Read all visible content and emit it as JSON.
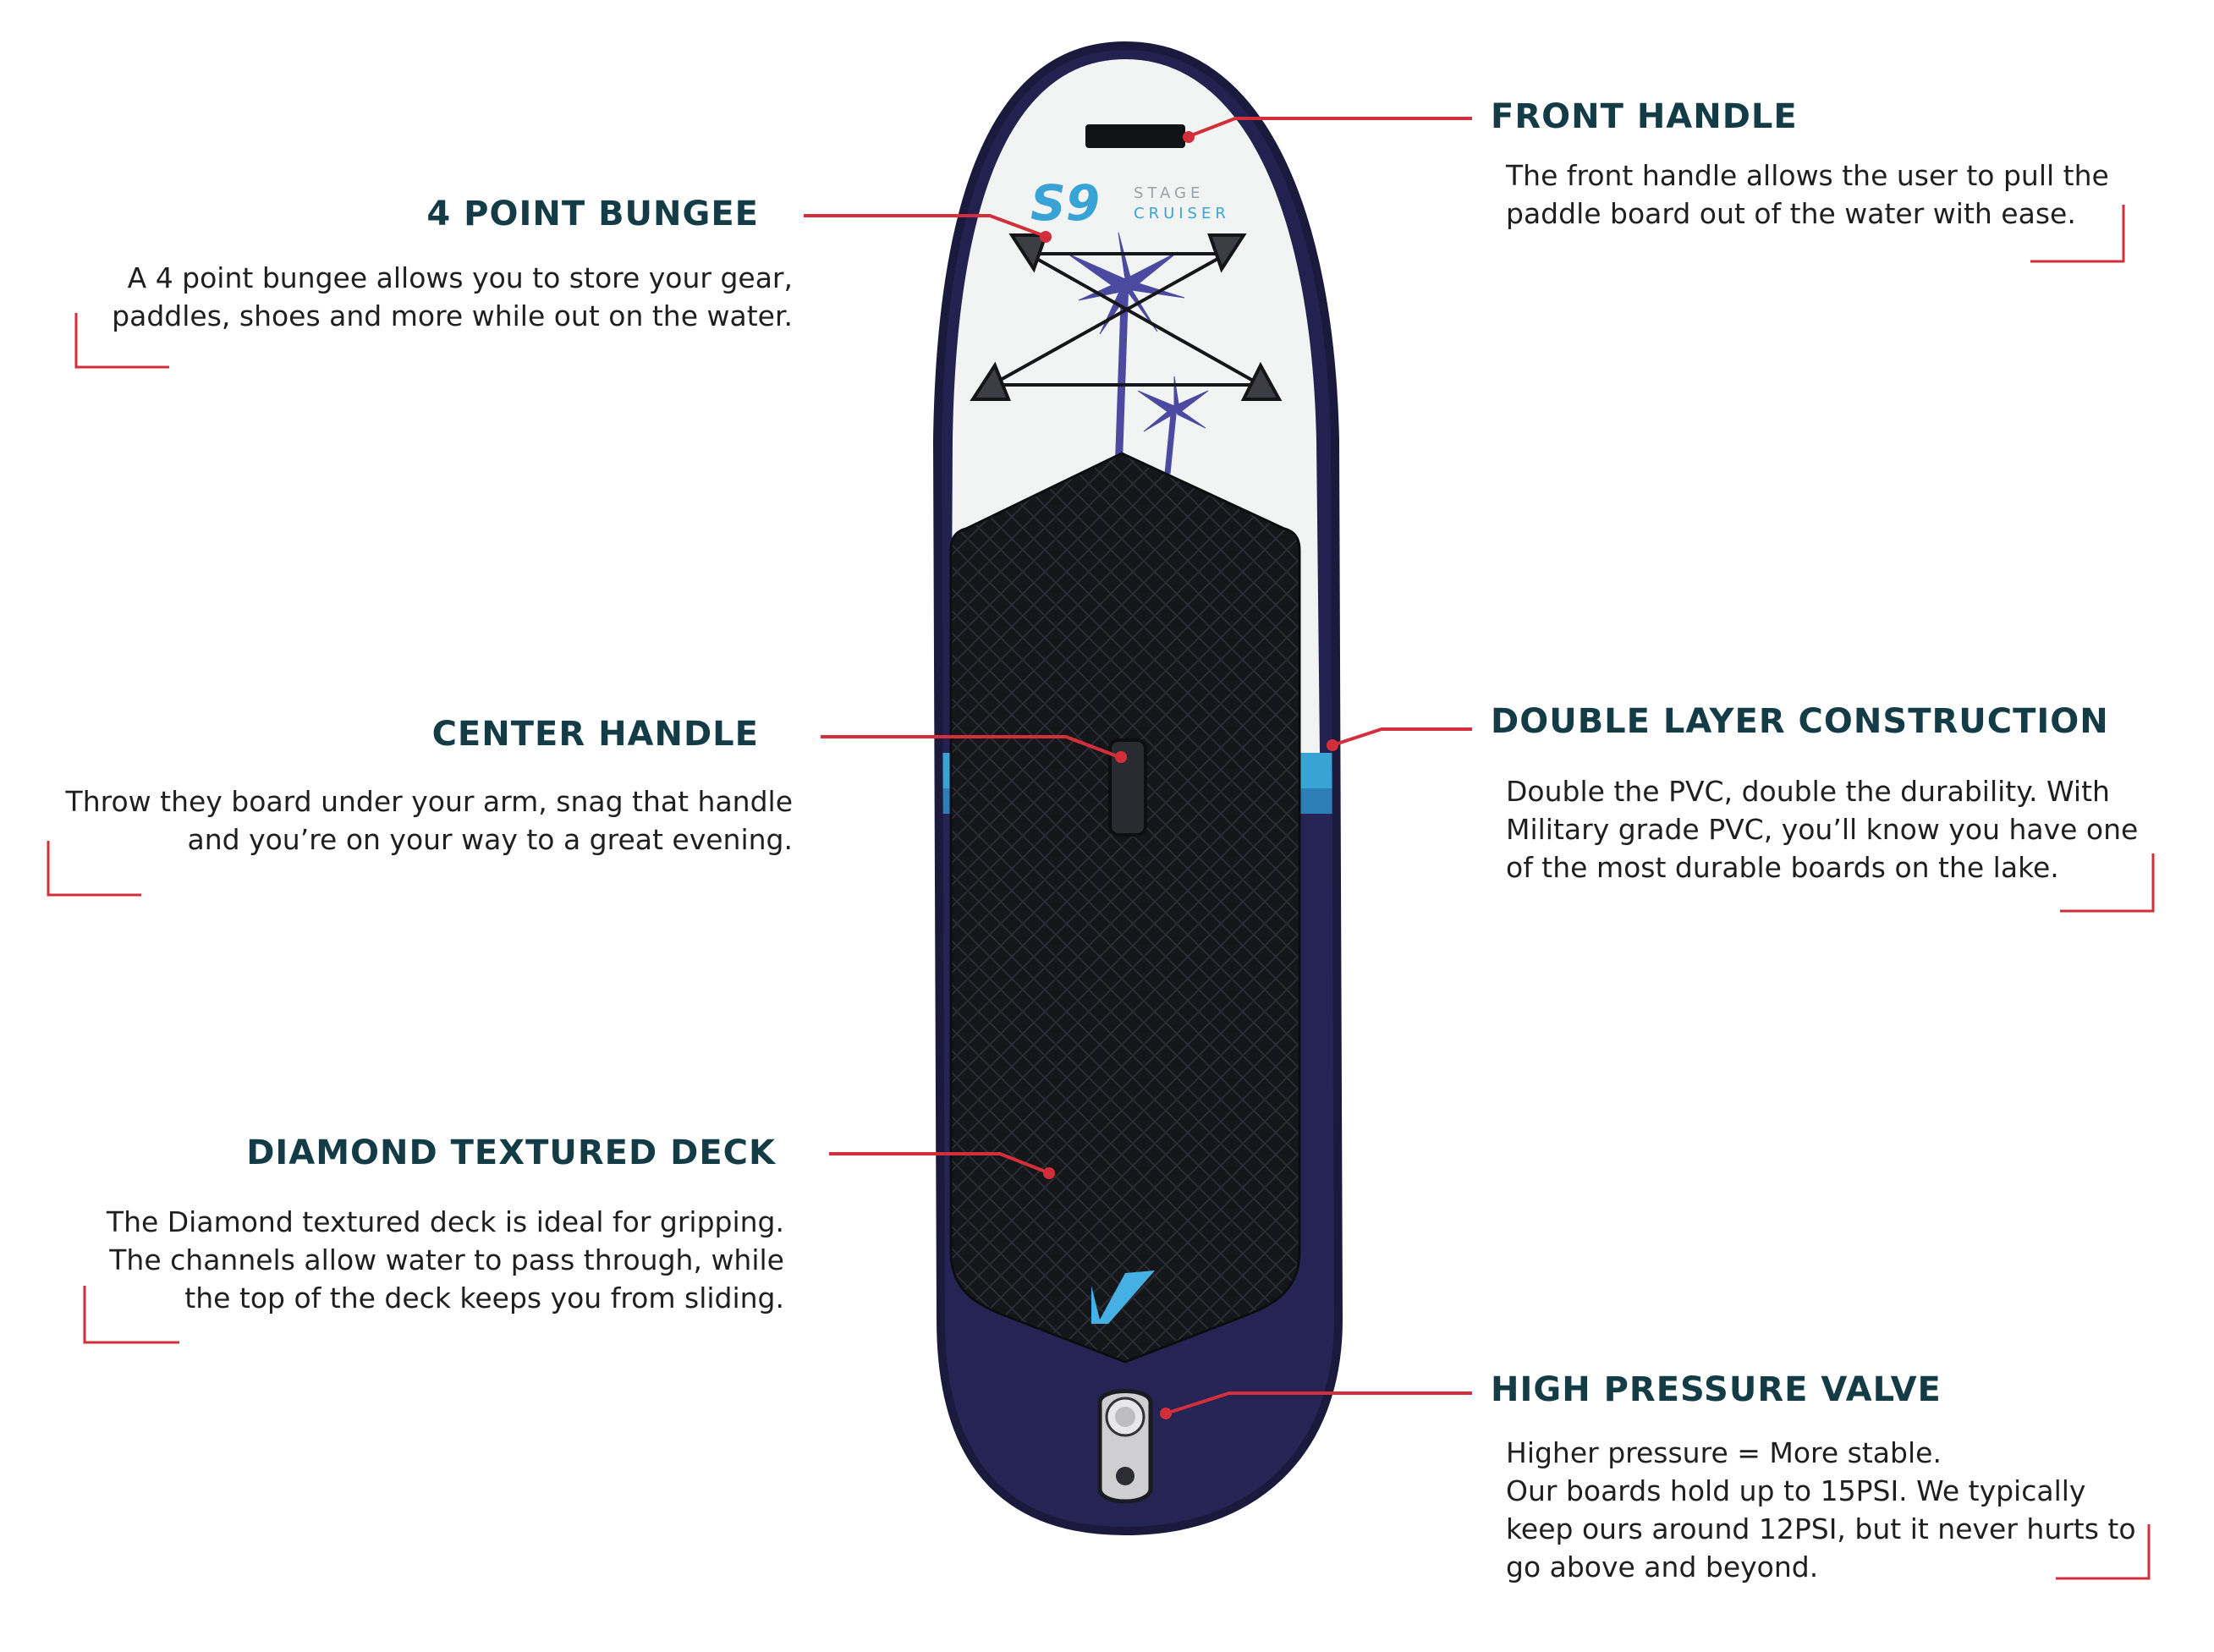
{
  "board": {
    "logo_text": "S9",
    "logo_sub_1": "STAGE",
    "logo_sub_2": "CRUISER"
  },
  "callouts": {
    "front_handle": {
      "title": "FRONT HANDLE",
      "desc": [
        "The front handle allows the user to pull the",
        "paddle board out of the water with ease."
      ]
    },
    "bungee": {
      "title": "4 POINT BUNGEE",
      "desc": [
        "A 4 point bungee allows you to store your gear,",
        "paddles, shoes  and more while out on the water."
      ]
    },
    "center_handle": {
      "title": "CENTER HANDLE",
      "desc": [
        "Throw they board under your arm, snag that handle",
        "and you’re on your way to a great evening."
      ]
    },
    "double_layer": {
      "title": "DOUBLE LAYER CONSTRUCTION",
      "desc": [
        "Double the PVC, double the durability. With",
        "Military grade PVC, you’ll know you have one",
        "of the most durable boards on the lake."
      ]
    },
    "deck": {
      "title": "DIAMOND TEXTURED DECK",
      "desc": [
        "The Diamond textured deck is ideal for gripping.",
        "The channels allow water to pass through, while",
        "the top of the deck keeps you from sliding."
      ]
    },
    "valve": {
      "title": "HIGH PRESSURE VALVE",
      "desc": [
        "Higher pressure = More stable.",
        "Our boards hold up to 15PSI. We typically",
        "keep ours around 12PSI, but it never hurts to",
        "go above and beyond."
      ]
    }
  },
  "colors": {
    "heading": "#143c46",
    "accent_red": "#d32f3a",
    "board_navy": "#23214f",
    "board_white": "#f2f4f3",
    "board_blue": "#3aa3d6",
    "palm_purple": "#4b4aa0",
    "deck_pad": "#141519"
  }
}
